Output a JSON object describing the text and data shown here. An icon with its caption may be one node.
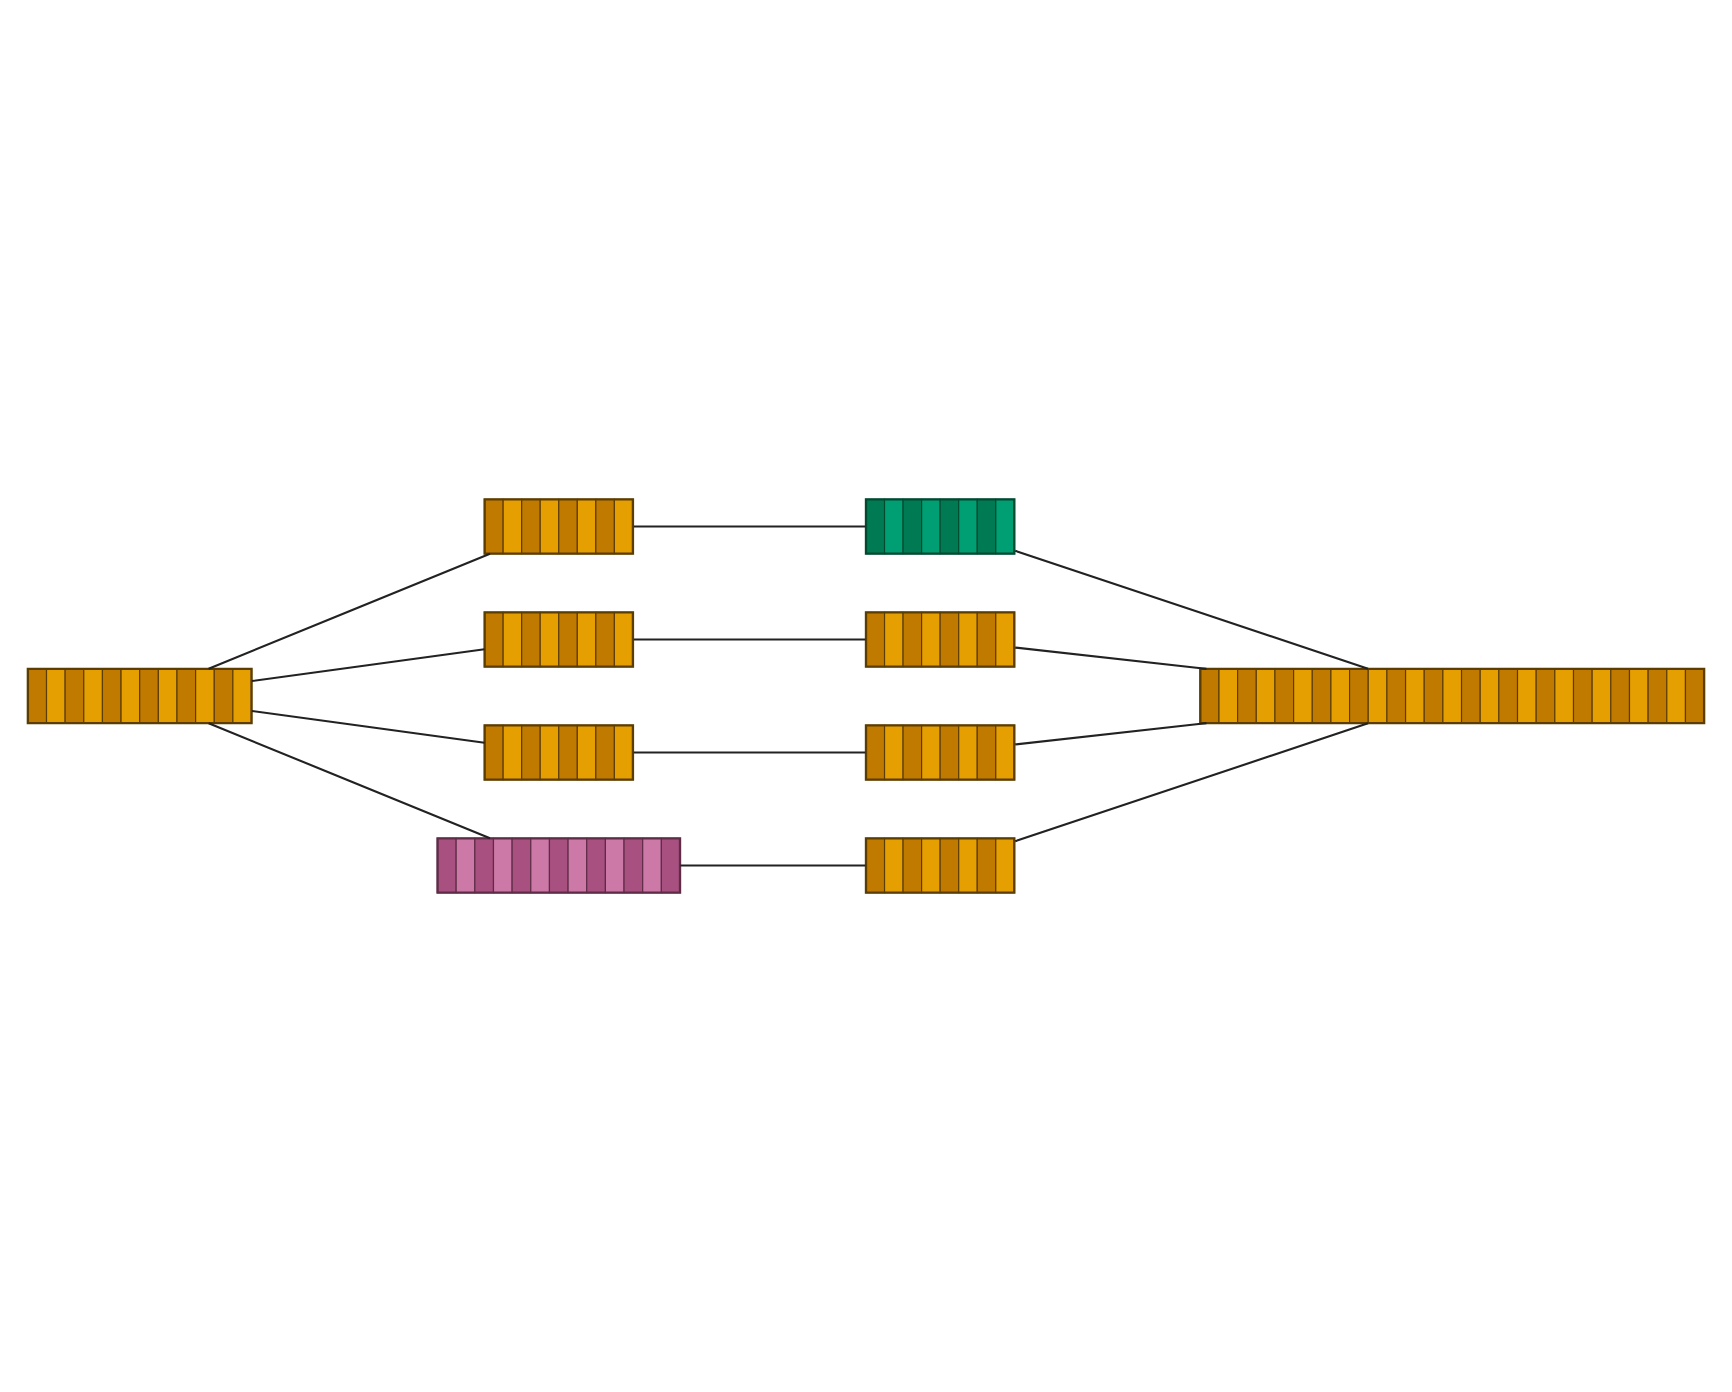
{
  "diagram": {
    "nodes": [
      {
        "text": [],
        "shape": "box"
      },
      {
        "text": [],
        "shape": "box"
      },
      {
        "text": [],
        "shape": "box"
      },
      {
        "text": [],
        "shape": "box"
      },
      {
        "text": [],
        "shape": "box"
      },
      {
        "text": [],
        "shape": "box"
      },
      {
        "text": [],
        "shape": "box"
      },
      {
        "text": [],
        "shape": "box"
      },
      {
        "text": [],
        "shape": "box"
      },
      {
        "text": [],
        "shape": "box"
      }
    ],
    "edges": [
      {
        "from": 0,
        "to": 1,
        "arrow": "none"
      },
      {
        "from": 0,
        "to": 3,
        "arrow": "none"
      },
      {
        "from": 0,
        "to": 5,
        "arrow": "none"
      },
      {
        "from": 0,
        "to": 7,
        "arrow": "none"
      },
      {
        "from": 1,
        "to": 2,
        "arrow": "none"
      },
      {
        "from": 3,
        "to": 4,
        "arrow": "none"
      },
      {
        "from": 5,
        "to": 6,
        "arrow": "none"
      },
      {
        "from": 7,
        "to": 8,
        "arrow": "none"
      },
      {
        "from": 2,
        "to": 9,
        "arrow": "none"
      },
      {
        "from": 4,
        "to": 9,
        "arrow": "none"
      },
      {
        "from": 6,
        "to": 9,
        "arrow": "none"
      },
      {
        "from": 8,
        "to": 9,
        "arrow": "none"
      }
    ]
  }
}
